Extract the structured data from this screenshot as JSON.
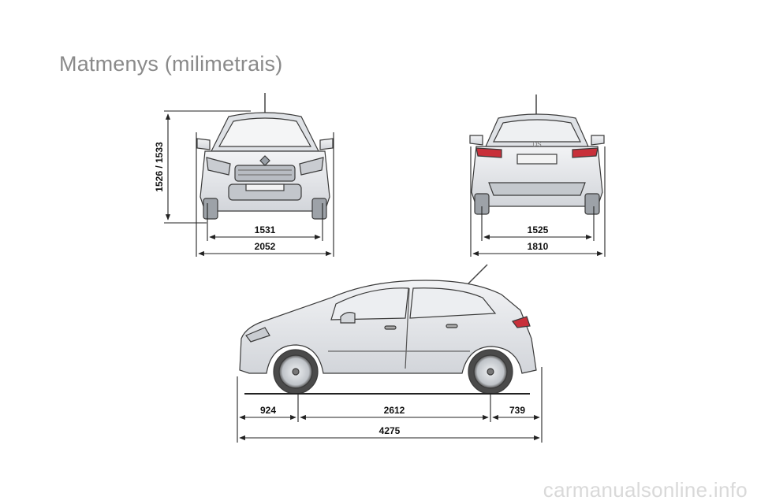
{
  "page": {
    "title": "Matmenys (milimetrais)",
    "watermark": "carmanualsonline.info"
  },
  "front_view": {
    "height_label": "1526 / 1533",
    "track_label": "1531",
    "width_label": "2052"
  },
  "rear_view": {
    "track_label": "1525",
    "width_label": "1810"
  },
  "side_view": {
    "front_overhang_label": "924",
    "wheelbase_label": "2612",
    "rear_overhang_label": "739",
    "length_label": "4275"
  },
  "colors": {
    "title": "#8a8a8a",
    "car_fill": "#e4e6e9",
    "car_stroke": "#3a3a3a",
    "dimension_line": "#222222",
    "tail_light": "#c8303a"
  }
}
